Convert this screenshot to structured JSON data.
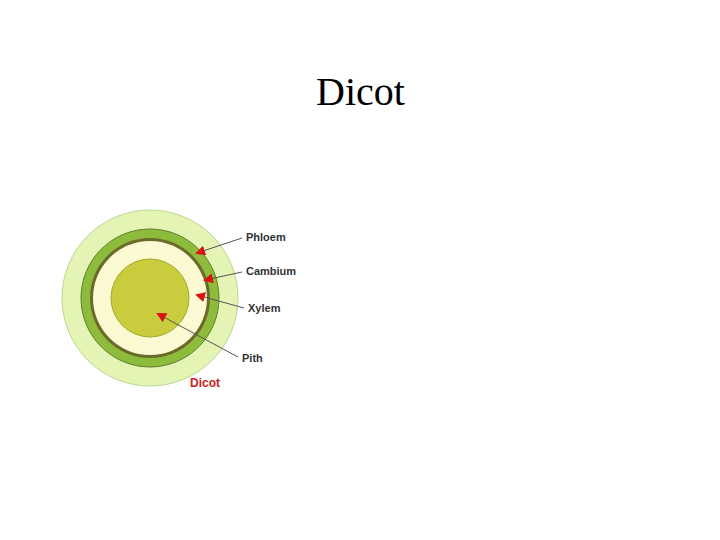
{
  "diagram": {
    "title": "Dicot",
    "labels": [
      "Phloem",
      "Cambium",
      "Xylem",
      "Pith",
      "Dicot"
    ]
  }
}
